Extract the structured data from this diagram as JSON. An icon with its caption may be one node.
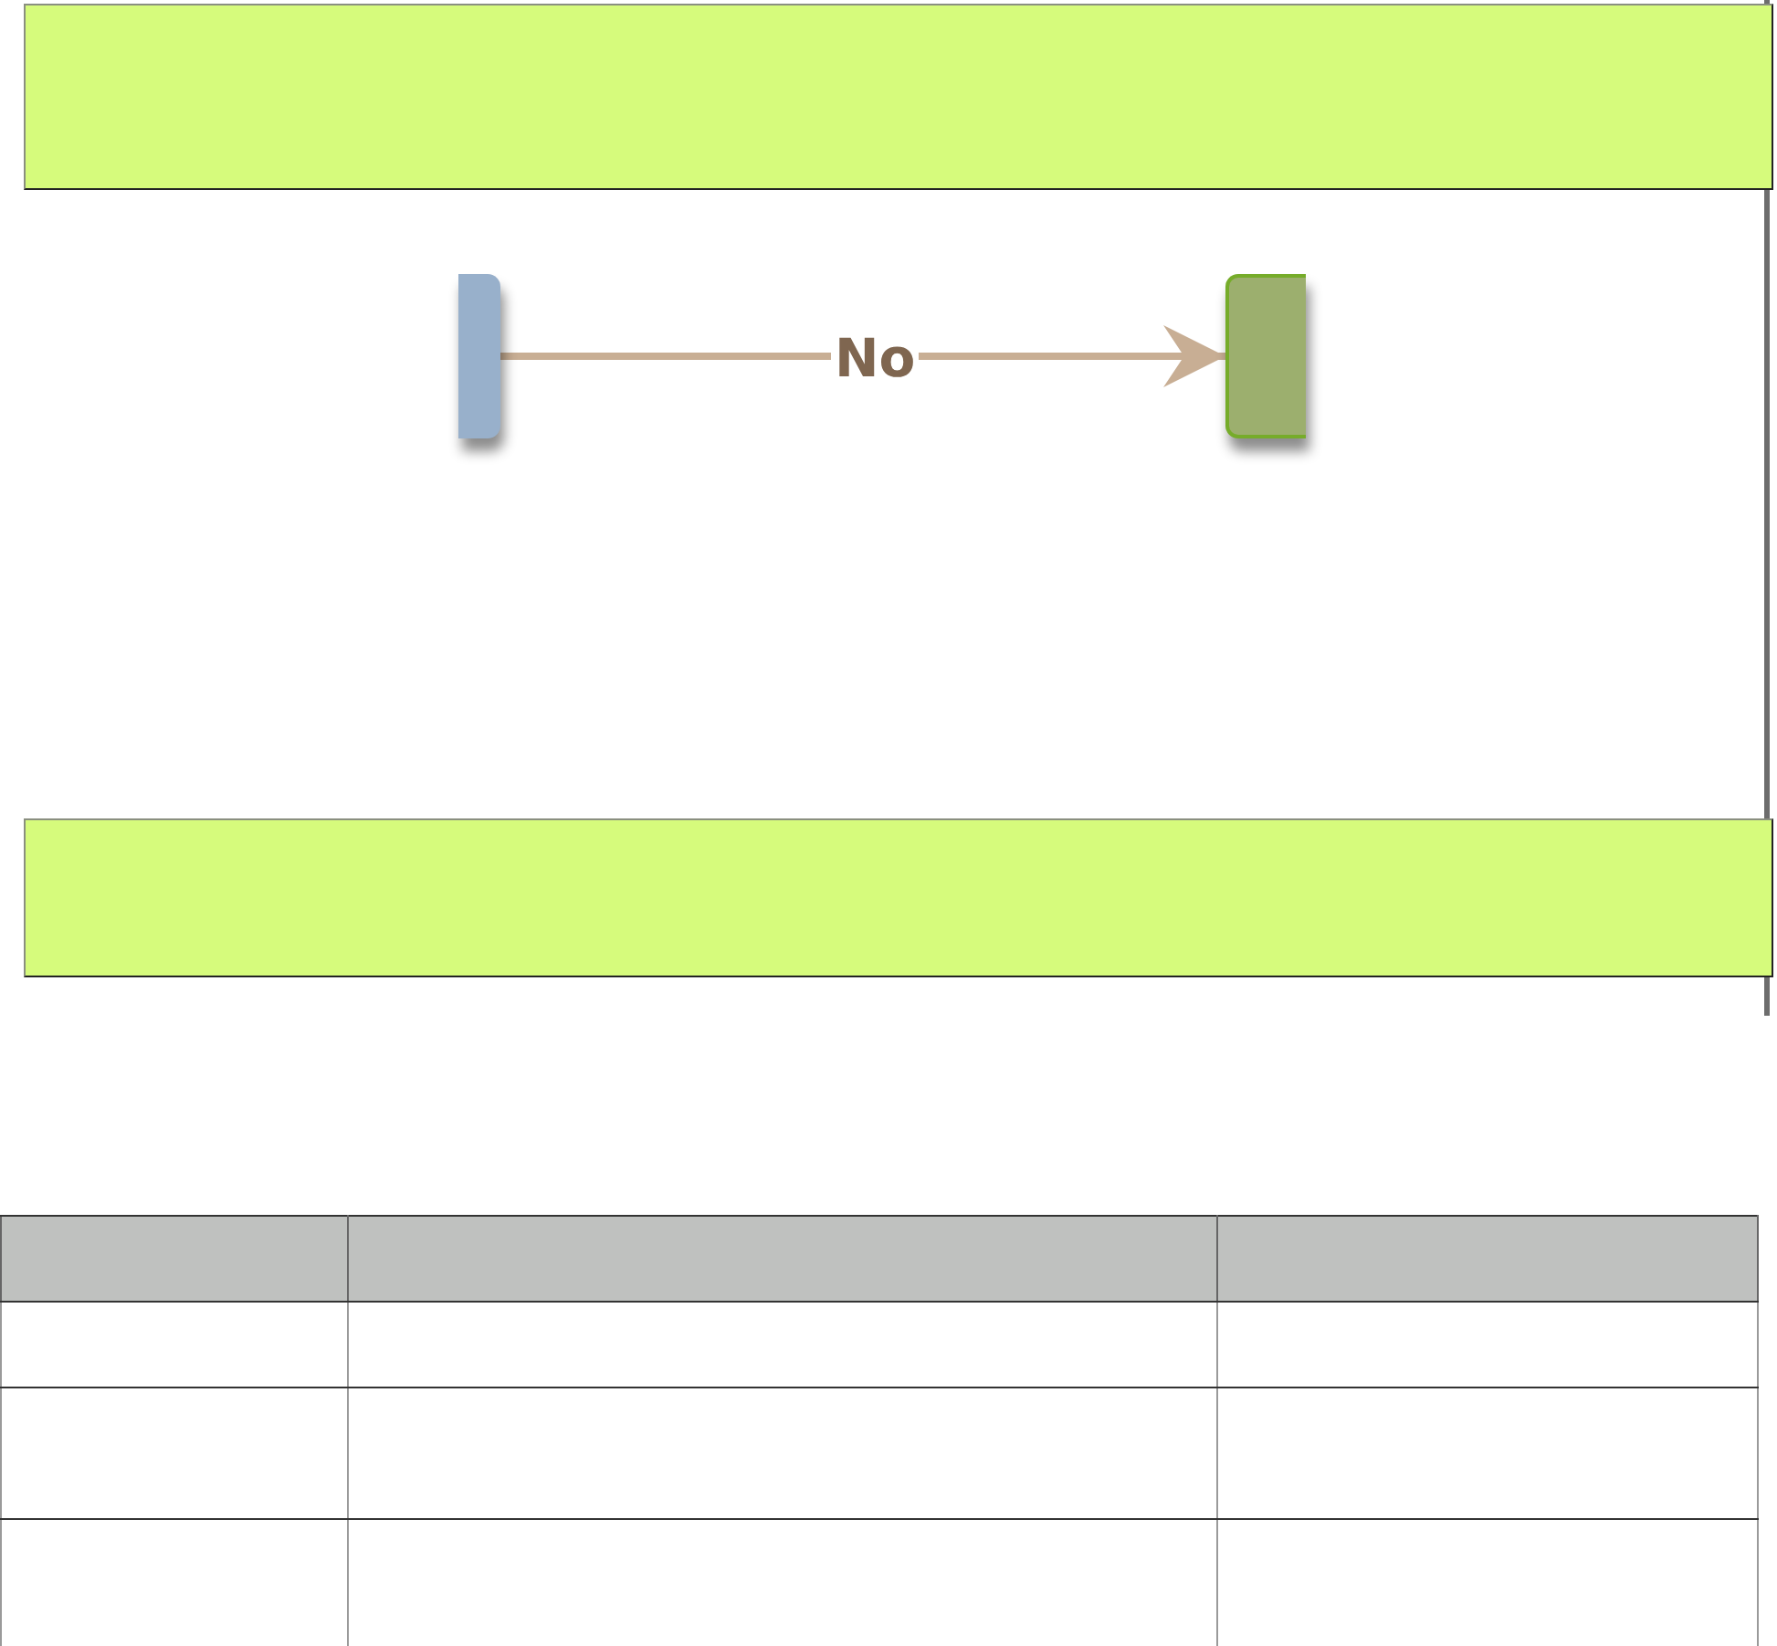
{
  "diagram": {
    "nodes": [
      {
        "text": [],
        "shape": "box"
      },
      {
        "text": [],
        "shape": "box"
      },
      {
        "text": [],
        "shape": "box"
      },
      {
        "text": [],
        "shape": "box"
      }
    ],
    "edges": [
      {
        "from": 1,
        "to": 2,
        "arrow": "to",
        "label": "No"
      }
    ]
  }
}
